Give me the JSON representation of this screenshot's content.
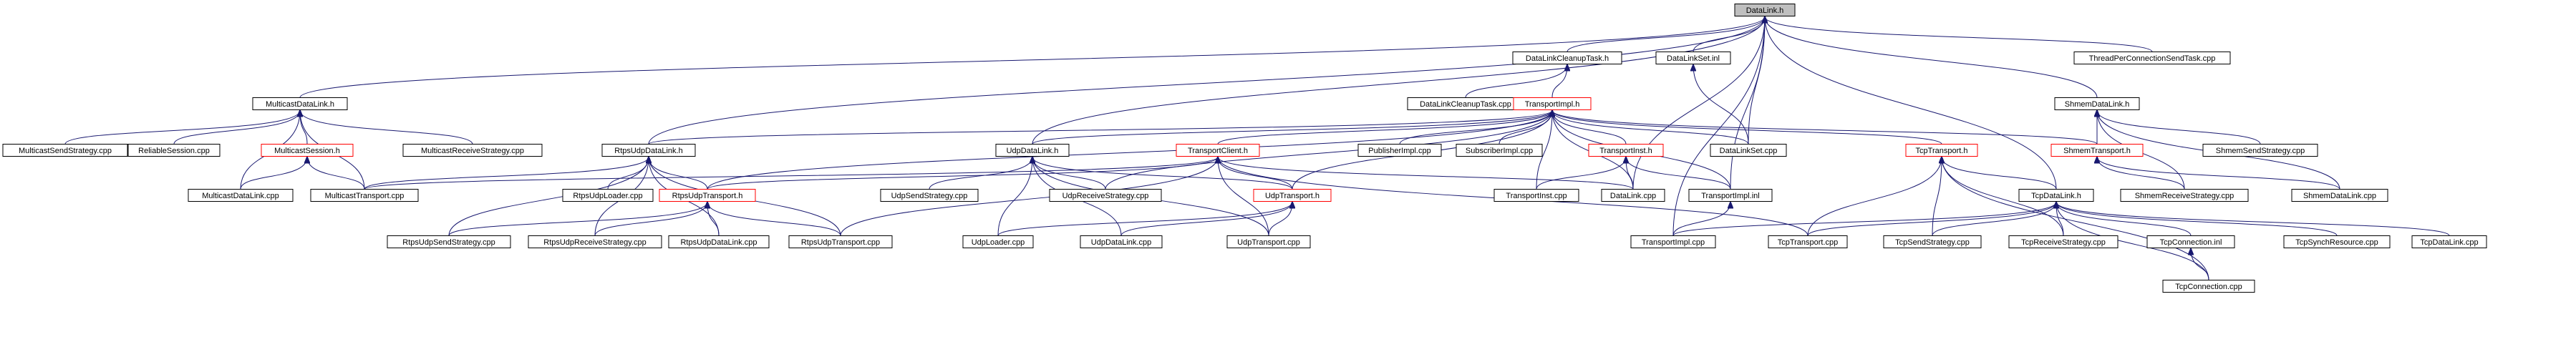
{
  "graph": {
    "colors": {
      "edge": "#191970",
      "normal_border": "#000000",
      "incomplete_border": "#ff0000",
      "root_fill": "#bfbfbf"
    },
    "nodes": [
      {
        "id": "datalink_h",
        "label": "DataLink.h",
        "style": "root"
      },
      {
        "id": "multicastdatalink_h",
        "label": "MulticastDataLink.h",
        "style": "normal"
      },
      {
        "id": "datalinkcleanuptask_h",
        "label": "DataLinkCleanupTask.h",
        "style": "normal"
      },
      {
        "id": "datalinkset_inl",
        "label": "DataLinkSet.inl",
        "style": "normal"
      },
      {
        "id": "threadperconnectionsendtask_cpp",
        "label": "ThreadPerConnectionSendTask.cpp",
        "style": "normal"
      },
      {
        "id": "shmemdatalink_h",
        "label": "ShmemDataLink.h",
        "style": "normal"
      },
      {
        "id": "multicastsendstrategy_cpp",
        "label": "MulticastSendStrategy.cpp",
        "style": "normal"
      },
      {
        "id": "reliablesession_cpp",
        "label": "ReliableSession.cpp",
        "style": "normal"
      },
      {
        "id": "multicastsession_h",
        "label": "MulticastSession.h",
        "style": "red"
      },
      {
        "id": "multicastreceivestrategy_cpp",
        "label": "MulticastReceiveStrategy.cpp",
        "style": "normal"
      },
      {
        "id": "multicastdatalink_cpp",
        "label": "MulticastDataLink.cpp",
        "style": "normal"
      },
      {
        "id": "multicasttransport_cpp",
        "label": "MulticastTransport.cpp",
        "style": "normal"
      },
      {
        "id": "datalinkcleanuptask_cpp",
        "label": "DataLinkCleanupTask.cpp",
        "style": "normal"
      },
      {
        "id": "transportimpl_h",
        "label": "TransportImpl.h",
        "style": "red"
      },
      {
        "id": "rtpsudpdatalink_h",
        "label": "RtpsUdpDataLink.h",
        "style": "normal"
      },
      {
        "id": "udpdatalink_h",
        "label": "UdpDataLink.h",
        "style": "normal"
      },
      {
        "id": "transportclient_h",
        "label": "TransportClient.h",
        "style": "red"
      },
      {
        "id": "publisherimpl_cpp",
        "label": "PublisherImpl.cpp",
        "style": "normal"
      },
      {
        "id": "subscriberimpl_cpp",
        "label": "SubscriberImpl.cpp",
        "style": "normal"
      },
      {
        "id": "transportinst_h",
        "label": "TransportInst.h",
        "style": "red"
      },
      {
        "id": "datalinkset_cpp",
        "label": "DataLinkSet.cpp",
        "style": "normal"
      },
      {
        "id": "tcptransport_h",
        "label": "TcpTransport.h",
        "style": "red"
      },
      {
        "id": "shmemtransport_h",
        "label": "ShmemTransport.h",
        "style": "red"
      },
      {
        "id": "shmemsendstrategy_cpp",
        "label": "ShmemSendStrategy.cpp",
        "style": "normal"
      },
      {
        "id": "rtpsudploader_cpp",
        "label": "RtpsUdpLoader.cpp",
        "style": "normal"
      },
      {
        "id": "rtpsudptransport_h",
        "label": "RtpsUdpTransport.h",
        "style": "red"
      },
      {
        "id": "udpsendstrategy_cpp",
        "label": "UdpSendStrategy.cpp",
        "style": "normal"
      },
      {
        "id": "udpreceivestrategy_cpp",
        "label": "UdpReceiveStrategy.cpp",
        "style": "normal"
      },
      {
        "id": "udptransport_h",
        "label": "UdpTransport.h",
        "style": "red"
      },
      {
        "id": "transportinst_cpp",
        "label": "TransportInst.cpp",
        "style": "normal"
      },
      {
        "id": "datalink_cpp",
        "label": "DataLink.cpp",
        "style": "normal"
      },
      {
        "id": "transportimpl_inl",
        "label": "TransportImpl.inl",
        "style": "normal"
      },
      {
        "id": "tcpdatalink_h",
        "label": "TcpDataLink.h",
        "style": "normal"
      },
      {
        "id": "shmemreceivestrategy_cpp",
        "label": "ShmemReceiveStrategy.cpp",
        "style": "normal"
      },
      {
        "id": "shmemdatalink_cpp",
        "label": "ShmemDataLink.cpp",
        "style": "normal"
      },
      {
        "id": "rtpsudpsendstrategy_cpp",
        "label": "RtpsUdpSendStrategy.cpp",
        "style": "normal"
      },
      {
        "id": "rtpsudpreceivestrategy_cpp",
        "label": "RtpsUdpReceiveStrategy.cpp",
        "style": "normal"
      },
      {
        "id": "rtpsudpdatalink_cpp",
        "label": "RtpsUdpDataLink.cpp",
        "style": "normal"
      },
      {
        "id": "rtpsudptransport_cpp",
        "label": "RtpsUdpTransport.cpp",
        "style": "normal"
      },
      {
        "id": "udploader_cpp",
        "label": "UdpLoader.cpp",
        "style": "normal"
      },
      {
        "id": "udpdatalink_cpp",
        "label": "UdpDataLink.cpp",
        "style": "normal"
      },
      {
        "id": "udptransport_cpp",
        "label": "UdpTransport.cpp",
        "style": "normal"
      },
      {
        "id": "transportimpl_cpp",
        "label": "TransportImpl.cpp",
        "style": "normal"
      },
      {
        "id": "tcptransport_cpp",
        "label": "TcpTransport.cpp",
        "style": "normal"
      },
      {
        "id": "tcpsendstrategy_cpp",
        "label": "TcpSendStrategy.cpp",
        "style": "normal"
      },
      {
        "id": "tcpreceivestrategy_cpp",
        "label": "TcpReceiveStrategy.cpp",
        "style": "normal"
      },
      {
        "id": "tcpconnection_inl",
        "label": "TcpConnection.inl",
        "style": "normal"
      },
      {
        "id": "tcpsynchresource_cpp",
        "label": "TcpSynchResource.cpp",
        "style": "normal"
      },
      {
        "id": "tcpdatalink_cpp",
        "label": "TcpDataLink.cpp",
        "style": "normal"
      },
      {
        "id": "tcpconnection_cpp",
        "label": "TcpConnection.cpp",
        "style": "normal"
      }
    ],
    "edges": [
      [
        "multicastdatalink_h",
        "datalink_h"
      ],
      [
        "datalinkcleanuptask_h",
        "datalink_h"
      ],
      [
        "datalinkset_inl",
        "datalink_h"
      ],
      [
        "threadperconnectionsendtask_cpp",
        "datalink_h"
      ],
      [
        "shmemdatalink_h",
        "datalink_h"
      ],
      [
        "rtpsudpdatalink_h",
        "datalink_h"
      ],
      [
        "udpdatalink_h",
        "datalink_h"
      ],
      [
        "tcpdatalink_h",
        "datalink_h"
      ],
      [
        "datalink_cpp",
        "datalink_h"
      ],
      [
        "transportimpl_inl",
        "datalink_h"
      ],
      [
        "transportimpl_cpp",
        "datalink_h"
      ],
      [
        "datalinkset_cpp",
        "datalink_h"
      ],
      [
        "multicastsendstrategy_cpp",
        "multicastdatalink_h"
      ],
      [
        "reliablesession_cpp",
        "multicastdatalink_h"
      ],
      [
        "multicastsession_h",
        "multicastdatalink_h"
      ],
      [
        "multicastreceivestrategy_cpp",
        "multicastdatalink_h"
      ],
      [
        "multicastdatalink_cpp",
        "multicastdatalink_h"
      ],
      [
        "multicasttransport_cpp",
        "multicastdatalink_h"
      ],
      [
        "multicastdatalink_cpp",
        "multicastsession_h"
      ],
      [
        "multicasttransport_cpp",
        "multicastsession_h"
      ],
      [
        "datalinkcleanuptask_cpp",
        "datalinkcleanuptask_h"
      ],
      [
        "transportimpl_h",
        "datalinkcleanuptask_h"
      ],
      [
        "datalinkset_cpp",
        "datalinkset_inl"
      ],
      [
        "shmemtransport_h",
        "shmemdatalink_h"
      ],
      [
        "shmemsendstrategy_cpp",
        "shmemdatalink_h"
      ],
      [
        "shmemreceivestrategy_cpp",
        "shmemdatalink_h"
      ],
      [
        "shmemdatalink_cpp",
        "shmemdatalink_h"
      ],
      [
        "shmemreceivestrategy_cpp",
        "shmemtransport_h"
      ],
      [
        "shmemdatalink_cpp",
        "shmemtransport_h"
      ],
      [
        "rtpsudpdatalink_h",
        "transportimpl_h"
      ],
      [
        "udpdatalink_h",
        "transportimpl_h"
      ],
      [
        "transportclient_h",
        "transportimpl_h"
      ],
      [
        "publisherimpl_cpp",
        "transportimpl_h"
      ],
      [
        "subscriberimpl_cpp",
        "transportimpl_h"
      ],
      [
        "transportinst_h",
        "transportimpl_h"
      ],
      [
        "datalinkset_cpp",
        "transportimpl_h"
      ],
      [
        "tcptransport_h",
        "transportimpl_h"
      ],
      [
        "shmemtransport_h",
        "transportimpl_h"
      ],
      [
        "rtpsudptransport_h",
        "transportimpl_h"
      ],
      [
        "udptransport_h",
        "transportimpl_h"
      ],
      [
        "transportinst_cpp",
        "transportimpl_h"
      ],
      [
        "datalink_cpp",
        "transportimpl_h"
      ],
      [
        "transportimpl_inl",
        "transportimpl_h"
      ],
      [
        "udpreceivestrategy_cpp",
        "transportimpl_h"
      ],
      [
        "rtpsudploader_cpp",
        "rtpsudpdatalink_h"
      ],
      [
        "rtpsudptransport_h",
        "rtpsudpdatalink_h"
      ],
      [
        "multicasttransport_cpp",
        "rtpsudpdatalink_h"
      ],
      [
        "rtpsudpsendstrategy_cpp",
        "rtpsudpdatalink_h"
      ],
      [
        "rtpsudpreceivestrategy_cpp",
        "rtpsudpdatalink_h"
      ],
      [
        "rtpsudpdatalink_cpp",
        "rtpsudpdatalink_h"
      ],
      [
        "rtpsudptransport_cpp",
        "rtpsudpdatalink_h"
      ],
      [
        "rtpsudpsendstrategy_cpp",
        "rtpsudptransport_h"
      ],
      [
        "rtpsudpreceivestrategy_cpp",
        "rtpsudptransport_h"
      ],
      [
        "rtpsudpdatalink_cpp",
        "rtpsudptransport_h"
      ],
      [
        "rtpsudptransport_cpp",
        "rtpsudptransport_h"
      ],
      [
        "udpsendstrategy_cpp",
        "udpdatalink_h"
      ],
      [
        "udpreceivestrategy_cpp",
        "udpdatalink_h"
      ],
      [
        "udptransport_h",
        "udpdatalink_h"
      ],
      [
        "udploader_cpp",
        "udpdatalink_h"
      ],
      [
        "udpdatalink_cpp",
        "udpdatalink_h"
      ],
      [
        "udptransport_cpp",
        "udpdatalink_h"
      ],
      [
        "udploader_cpp",
        "udptransport_h"
      ],
      [
        "udpdatalink_cpp",
        "udptransport_h"
      ],
      [
        "udptransport_cpp",
        "udptransport_h"
      ],
      [
        "rtpsudptransport_h",
        "transportclient_h"
      ],
      [
        "udptransport_h",
        "transportclient_h"
      ],
      [
        "multicasttransport_cpp",
        "transportclient_h"
      ],
      [
        "rtpsudptransport_cpp",
        "transportclient_h"
      ],
      [
        "udptransport_cpp",
        "transportclient_h"
      ],
      [
        "tcptransport_cpp",
        "transportclient_h"
      ],
      [
        "datalink_cpp",
        "transportclient_h"
      ],
      [
        "transportinst_cpp",
        "transportinst_h"
      ],
      [
        "datalink_cpp",
        "transportinst_h"
      ],
      [
        "transportimpl_inl",
        "transportinst_h"
      ],
      [
        "transportimpl_cpp",
        "transportimpl_inl"
      ],
      [
        "tcpdatalink_h",
        "tcptransport_h"
      ],
      [
        "tcptransport_cpp",
        "tcptransport_h"
      ],
      [
        "tcpsendstrategy_cpp",
        "tcptransport_h"
      ],
      [
        "tcpreceivestrategy_cpp",
        "tcptransport_h"
      ],
      [
        "tcpconnection_cpp",
        "tcptransport_h"
      ],
      [
        "transportimpl_cpp",
        "tcpdatalink_h"
      ],
      [
        "tcptransport_cpp",
        "tcpdatalink_h"
      ],
      [
        "tcpsendstrategy_cpp",
        "tcpdatalink_h"
      ],
      [
        "tcpreceivestrategy_cpp",
        "tcpdatalink_h"
      ],
      [
        "tcpconnection_inl",
        "tcpdatalink_h"
      ],
      [
        "tcpsynchresource_cpp",
        "tcpdatalink_h"
      ],
      [
        "tcpdatalink_cpp",
        "tcpdatalink_h"
      ],
      [
        "tcpconnection_cpp",
        "tcpdatalink_h"
      ],
      [
        "tcpconnection_cpp",
        "tcpconnection_inl"
      ]
    ]
  }
}
